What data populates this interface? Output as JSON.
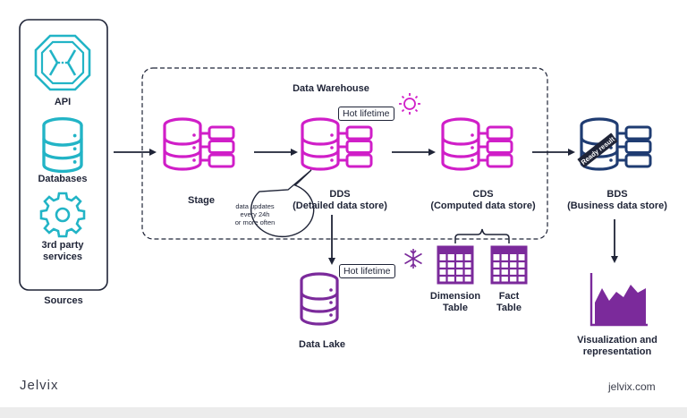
{
  "sources": {
    "items": [
      {
        "label": "API",
        "icon": "api-icon"
      },
      {
        "label": "Databases",
        "icon": "database-icon"
      },
      {
        "label": "3rd  party\nservices",
        "icon": "gear-icon"
      }
    ],
    "caption": "Sources"
  },
  "warehouse": {
    "title": "Data Warehouse",
    "stage": "Stage",
    "dds": "DDS\n(Detailed data store)",
    "cds": "CDS\n(Computed data store)",
    "dds_note": "data updates\nevery 24h\nor more often",
    "dds_tag": "Hot lifetime"
  },
  "lake": {
    "label": "Data Lake",
    "tag": "Hot lifetime"
  },
  "tables": {
    "dimension": "Dimension\nTable",
    "fact": "Fact\nTable"
  },
  "bds": {
    "label": "BDS\n(Business data store)",
    "stamp": "Ready result"
  },
  "visualization": {
    "label": "Visualization and\nrepresentation"
  },
  "footer": {
    "brand": "Jelvix",
    "site": "jelvix.com"
  },
  "colors": {
    "magenta": "#d01ec8",
    "cyan": "#22b4c6",
    "purple": "#7b2a9b",
    "navy": "#1f3c72",
    "dark": "#1f2437"
  }
}
